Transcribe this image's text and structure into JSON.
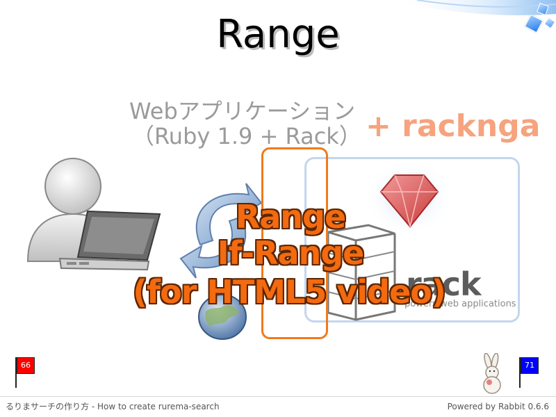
{
  "slide": {
    "title": "Range",
    "webapp_line1": "Webアプリケーション",
    "webapp_line2": "（Ruby 1.9 + Rack）",
    "racknga": "+ racknga",
    "rack_logo": "rack",
    "rack_tagline": "powers web applications",
    "overlay": [
      "Range",
      "If-Range",
      "(for HTML5 video)"
    ]
  },
  "progress": {
    "current_page": "66",
    "total_pages": "71",
    "start_flag_color": "#ff0000",
    "end_flag_color": "#0000ff"
  },
  "footer": {
    "left": "るりまサーチの作り方 - How to create rurema-search",
    "right": "Powered by Rabbit 0.6.6"
  },
  "icons": [
    "user-icon",
    "laptop-icon",
    "refresh-arrows-icon",
    "globe-icon",
    "ruby-gem-icon",
    "server-rack-icon",
    "rabbit-icon"
  ],
  "colors": {
    "accent_orange": "#f36a10",
    "highlight_border": "#f07a1a",
    "racknga": "#f6a37e",
    "panel_border": "#c3d6ee"
  }
}
